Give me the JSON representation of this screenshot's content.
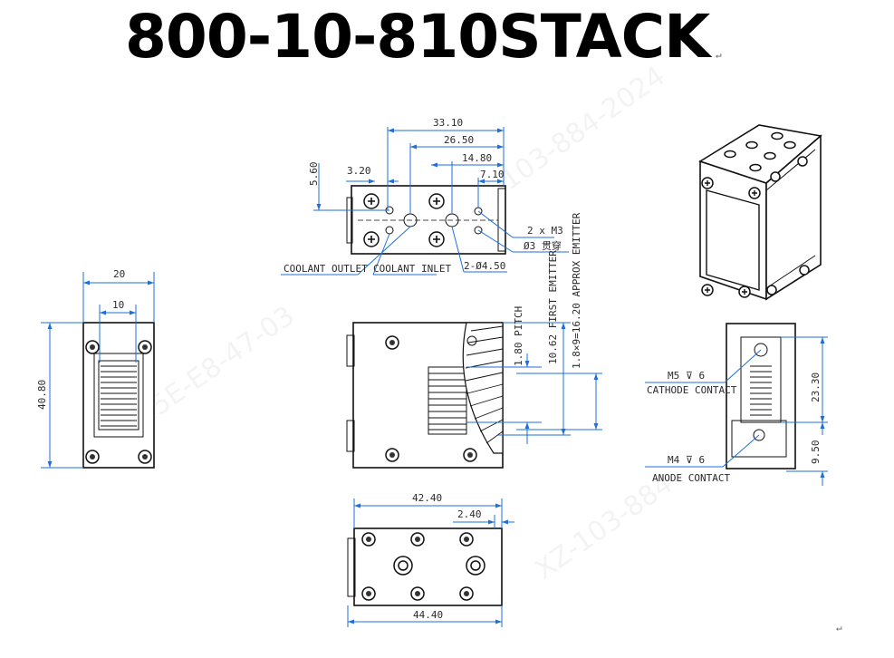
{
  "title": "800-10-810STACK",
  "marks": {
    "return_symbol": "↵"
  },
  "top_view": {
    "dims": [
      "33.10",
      "26.50",
      "14.80",
      "7.10",
      "3.20",
      "5.60"
    ],
    "labels": {
      "holes": "2 x M3",
      "through": "Ø3 贯穿",
      "inlet_dia": "2-Ø4.50",
      "coolant_outlet": "COOLANT OUTLET",
      "coolant_inlet": "COOLANT INLET"
    }
  },
  "front_view": {
    "dims": [
      "20",
      "10",
      "40.80"
    ]
  },
  "side_view": {
    "labels": {
      "pitch": "1.80 PITCH",
      "first_emitter": "10.62 FIRST EMITTER",
      "approx_emitter": "1.8×9=16.20 APPROX EMITTER"
    }
  },
  "right_view": {
    "dims": [
      "23.30",
      "9.50"
    ],
    "labels": {
      "m5": "M5 ⊽ 6",
      "cathode": "CATHODE CONTACT",
      "m4": "M4 ⊽ 6",
      "anode": "ANODE CONTACT"
    }
  },
  "bottom_view": {
    "dims": [
      "42.40",
      "2.40",
      "44.40"
    ]
  },
  "watermarks": [
    "XZ-103-884-2024",
    "25E-E8-47-03",
    "XZ-103-884"
  ]
}
